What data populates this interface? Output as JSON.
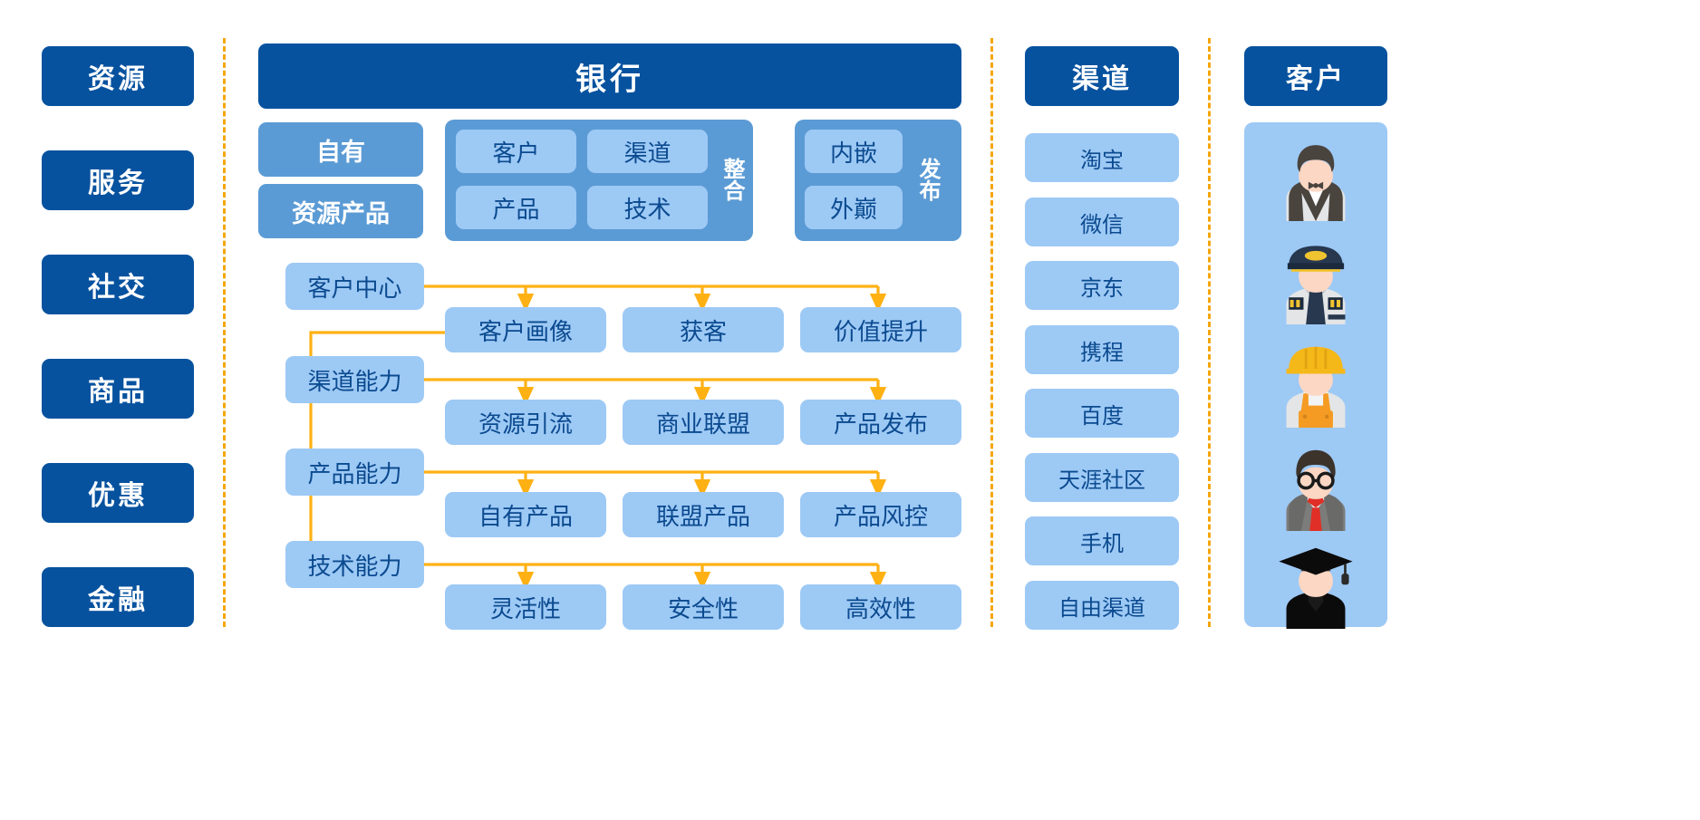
{
  "palette": {
    "dark_blue": "#07529F",
    "mid_blue": "#5B9BD5",
    "light_blue": "#9DC9F5",
    "text_blue": "#0B4A8F",
    "arrow_orange": "#FFB114",
    "divider_orange": "#F5A608",
    "white": "#FFFFFF"
  },
  "resource_column": {
    "items": [
      {
        "label": "资源"
      },
      {
        "label": "服务"
      },
      {
        "label": "社交"
      },
      {
        "label": "商品"
      },
      {
        "label": "优惠"
      },
      {
        "label": "金融"
      }
    ]
  },
  "bank": {
    "title": "银行",
    "own_group": {
      "items": [
        {
          "label": "自有"
        },
        {
          "label": "资源产品"
        }
      ]
    },
    "integration_group": {
      "side_label": "整合",
      "items": [
        {
          "label": "客户"
        },
        {
          "label": "渠道"
        },
        {
          "label": "产品"
        },
        {
          "label": "技术"
        }
      ]
    },
    "publish_group": {
      "side_label": "发布",
      "items": [
        {
          "label": "内嵌"
        },
        {
          "label": "外巅"
        }
      ]
    },
    "capability_rows": [
      {
        "source": "客户中心",
        "targets": [
          {
            "label": "客户画像"
          },
          {
            "label": "获客"
          },
          {
            "label": "价值提升"
          }
        ]
      },
      {
        "source": "渠道能力",
        "targets": [
          {
            "label": "资源引流"
          },
          {
            "label": "商业联盟"
          },
          {
            "label": "产品发布"
          }
        ]
      },
      {
        "source": "产品能力",
        "targets": [
          {
            "label": "自有产品"
          },
          {
            "label": "联盟产品"
          },
          {
            "label": "产品风控"
          }
        ]
      },
      {
        "source": "技术能力",
        "targets": [
          {
            "label": "灵活性"
          },
          {
            "label": "安全性"
          },
          {
            "label": "高效性"
          }
        ]
      }
    ]
  },
  "channel_column": {
    "title": "渠道",
    "items": [
      {
        "label": "淘宝"
      },
      {
        "label": "微信"
      },
      {
        "label": "京东"
      },
      {
        "label": "携程"
      },
      {
        "label": "百度"
      },
      {
        "label": "天涯社区"
      },
      {
        "label": "手机"
      },
      {
        "label": "自由渠道"
      }
    ]
  },
  "customer_column": {
    "title": "客户",
    "avatars": [
      {
        "icon": "waiter-avatar-icon"
      },
      {
        "icon": "pilot-avatar-icon"
      },
      {
        "icon": "construction-worker-avatar-icon"
      },
      {
        "icon": "businessman-avatar-icon"
      },
      {
        "icon": "graduate-avatar-icon"
      }
    ]
  }
}
